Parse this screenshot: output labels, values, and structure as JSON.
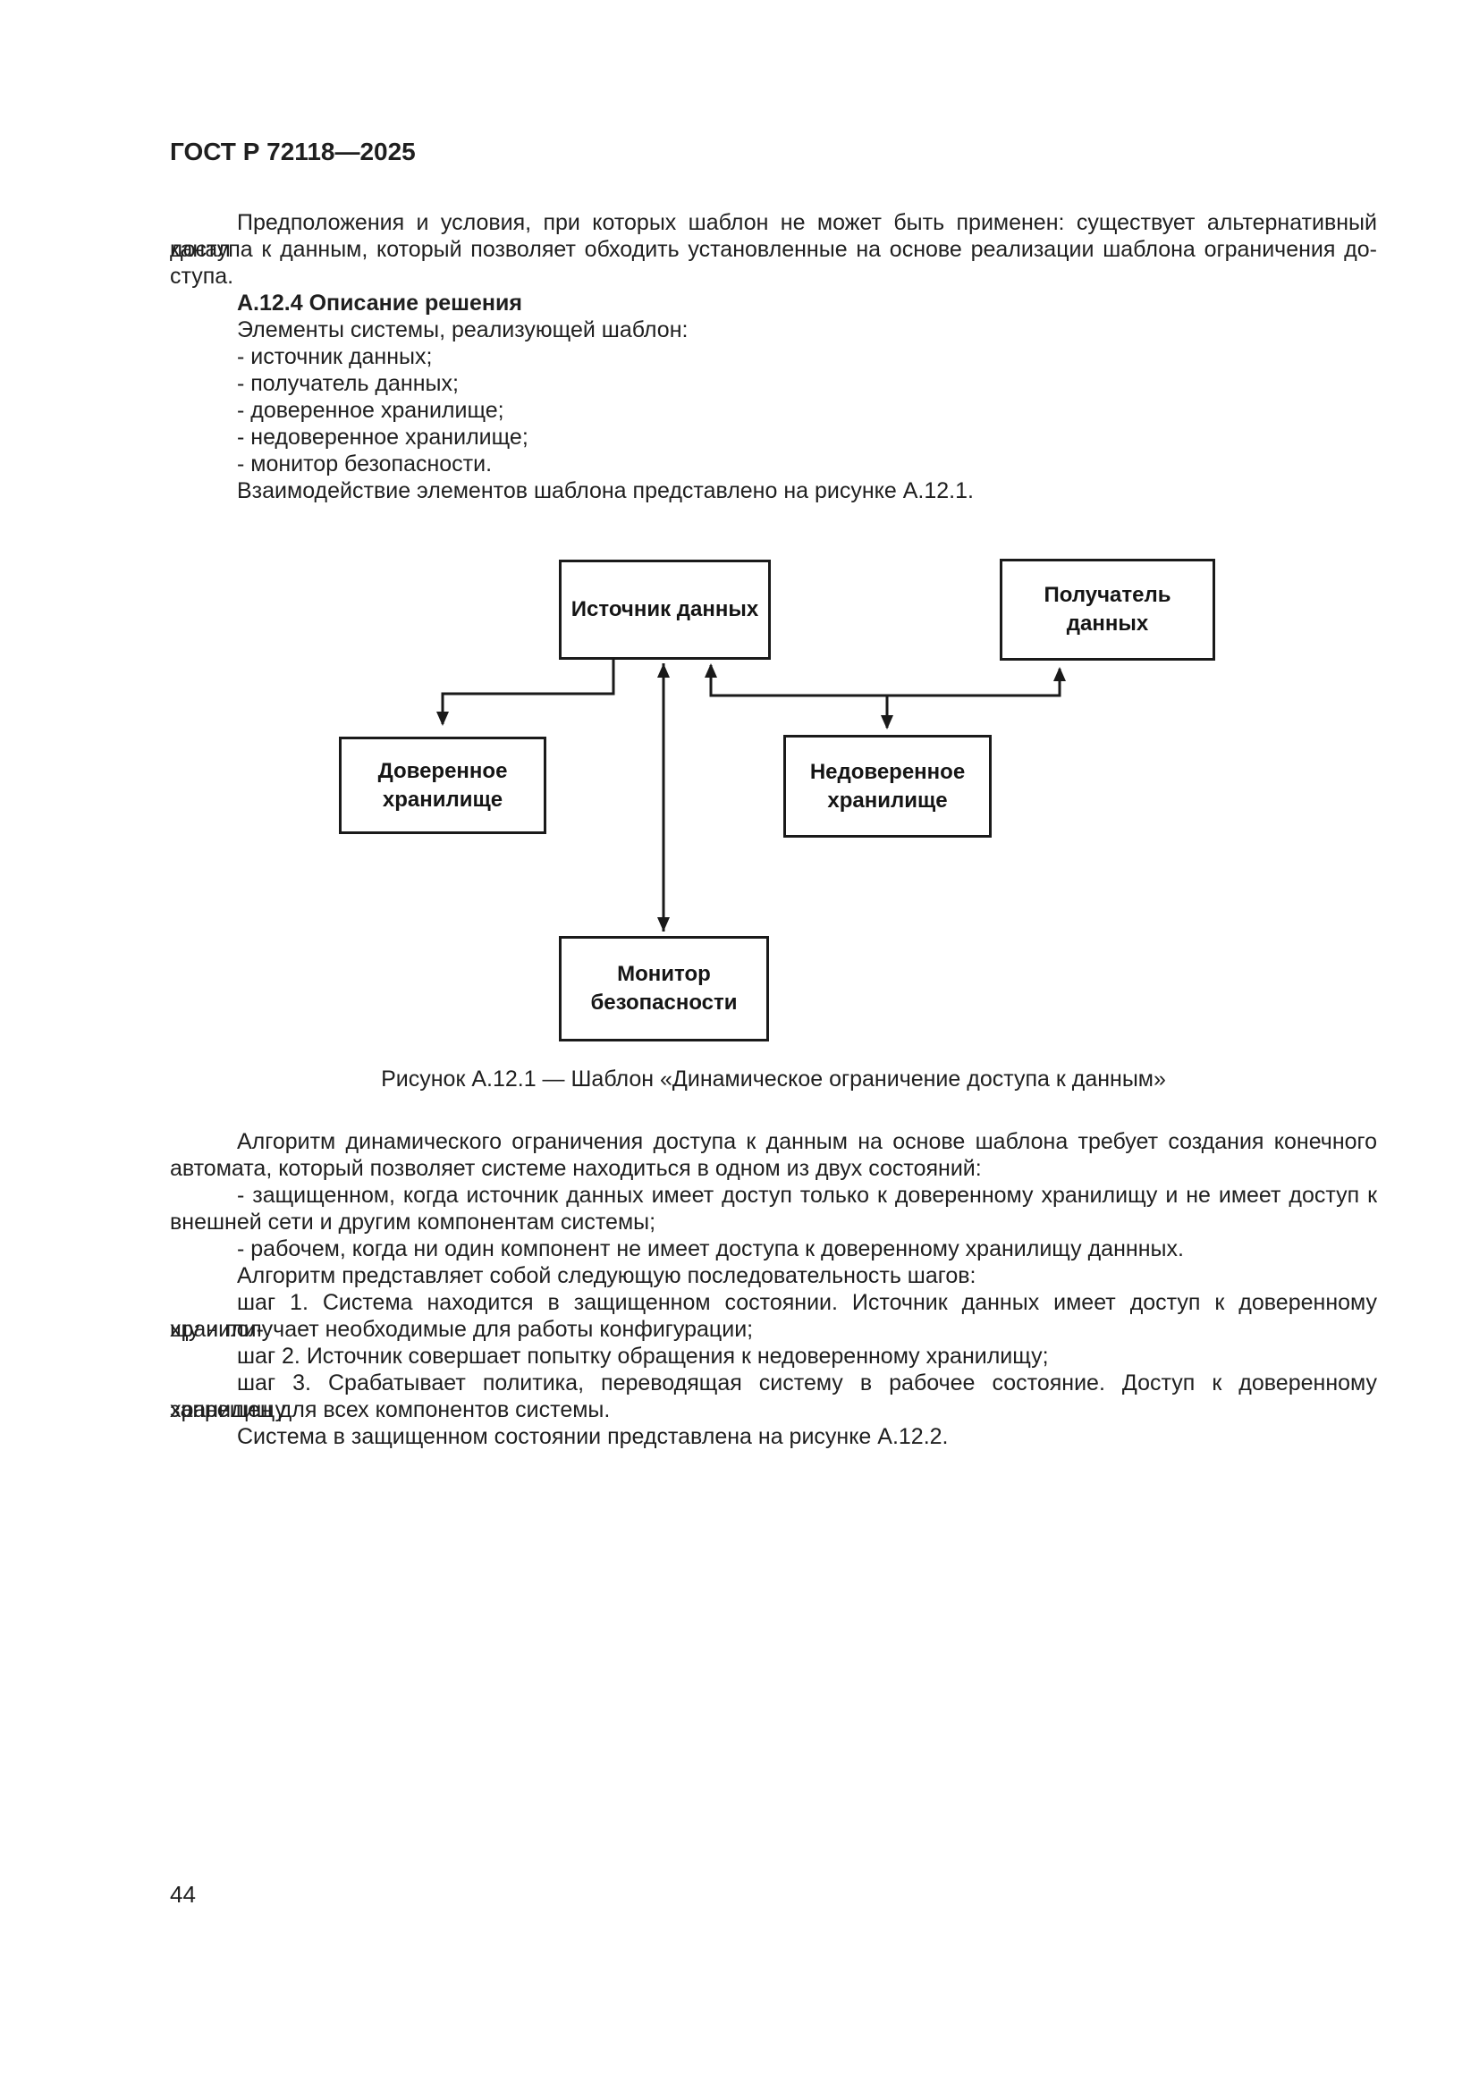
{
  "page": {
    "header": "ГОСТ Р 72118—2025",
    "page_number": "44"
  },
  "colors": {
    "ink": "#1f1f1f",
    "line": "#1a1a1a",
    "paper": "#ffffff"
  },
  "intro": {
    "lines": [
      "Предположения и условия, при которых шаблон не может быть применен: существует альтернативный канал",
      "доступа к данным, который позволяет обходить установленные на основе реализации шаблона ограничения до-",
      "ступа."
    ]
  },
  "section": {
    "heading": "А.12.4 Описание решения",
    "lead": "Элементы системы, реализующей шаблон:",
    "items": [
      "- источник данных;",
      "- получатель данных;",
      "- доверенное хранилище;",
      "- недоверенное хранилище;",
      "- монитор безопасности."
    ],
    "interaction_note": "Взаимодействие элементов шаблона представлено на рисунке А.12.1."
  },
  "figure": {
    "caption": "Рисунок А.12.1 — Шаблон «Динамическое ограничение доступа к данным»",
    "boxes": {
      "source": "Источник данных",
      "receiver": "Получатель данных",
      "trusted": "Доверенное хранилище",
      "untrusted": "Недоверенное хранилище",
      "monitor": "Монитор безопасности"
    }
  },
  "algorithm": {
    "lines": [
      "Алгоритм динамического ограничения доступа к данным на основе шаблона требует создания конечного",
      "автомата, который позволяет системе находиться в одном из двух состояний:",
      "- защищенном, когда источник данных имеет доступ только к доверенному хранилищу и не имеет доступ к",
      "внешней сети и другим компонентам системы;",
      "- рабочем, когда ни один компонент не имеет доступа к доверенному хранилищу даннных.",
      "Алгоритм представляет собой следующую последовательность шагов:",
      "шаг 1. Система находится в защищенном состоянии. Источник данных имеет доступ к доверенному хранили-",
      "щу и получает необходимые для работы конфигурации;",
      "шаг 2. Источник совершает попытку обращения к недоверенному хранилищу;",
      "шаг 3. Срабатывает политика, переводящая систему в рабочее состояние. Доступ к доверенному хранилищу",
      "запрещен для всех компонентов системы.",
      "Система в защищенном состоянии представлена на рисунке А.12.2."
    ]
  }
}
